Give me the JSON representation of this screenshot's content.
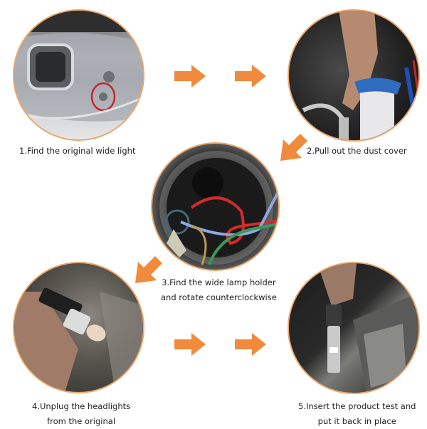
{
  "diagram": {
    "type": "step-by-step installation guide",
    "accent_color": "#f08a3c",
    "border_color": "#e9a76b",
    "steps": [
      {
        "number": 1,
        "caption_lines": [
          "1.Find the original wide light"
        ],
        "photo": "headlight with red circle highlighting lamp"
      },
      {
        "number": 2,
        "caption_lines": [
          "2.Pull out the dust cover"
        ],
        "photo": "hand removing blue dust cover in engine bay"
      },
      {
        "number": 3,
        "caption_lines": [
          "3.Find the wide lamp holder",
          "and rotate counterclockwise"
        ],
        "photo": "lamp housing with red, blue and green wires"
      },
      {
        "number": 4,
        "caption_lines": [
          "4.Unplug the headlights",
          "from the original"
        ],
        "photo": "hand holding original bulb and socket"
      },
      {
        "number": 5,
        "caption_lines": [
          "5.Insert the product test and",
          "put it back in place"
        ],
        "photo": "hand inserting LED bulb"
      }
    ],
    "arrows": [
      {
        "direction": "right",
        "between": "1-2"
      },
      {
        "direction": "right",
        "between": "1-2"
      },
      {
        "direction": "down-left",
        "between": "2-3"
      },
      {
        "direction": "down-left",
        "between": "3-4"
      },
      {
        "direction": "right",
        "between": "4-5"
      },
      {
        "direction": "right",
        "between": "4-5"
      }
    ]
  }
}
